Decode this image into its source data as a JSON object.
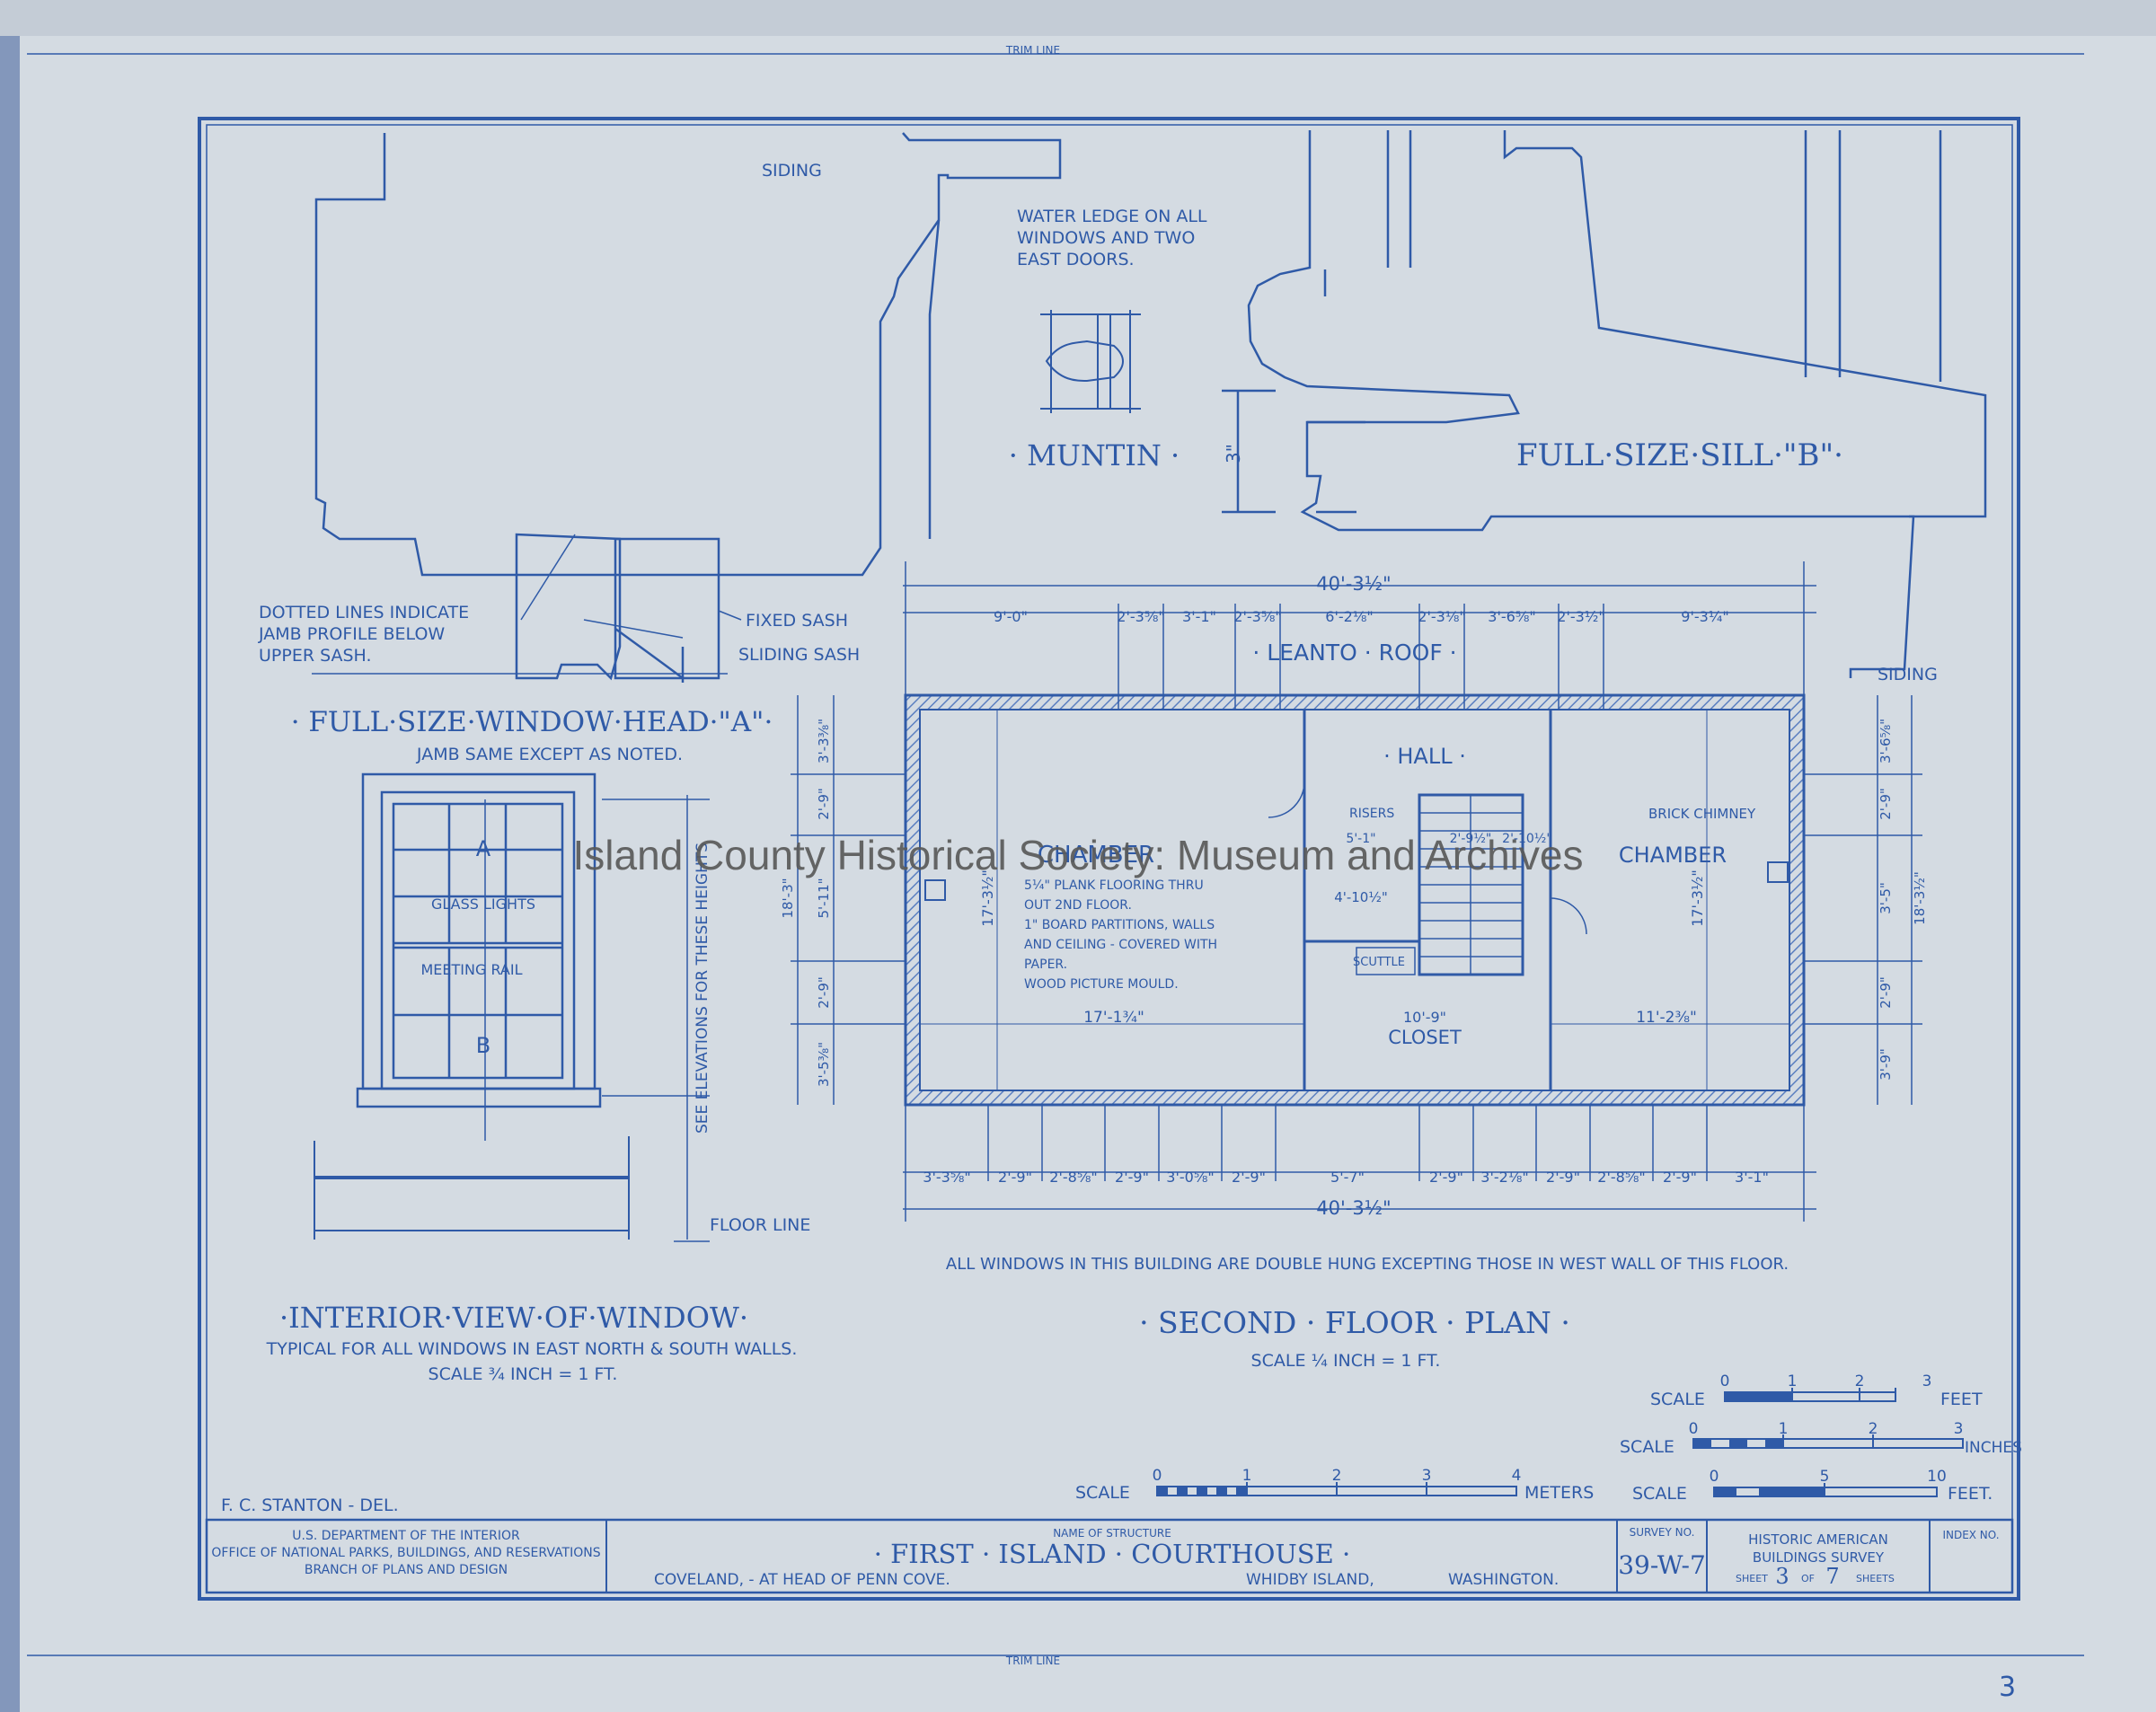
{
  "trim_line": "TRIM LINE",
  "watermark": "Island County Historical Society: Museum and Archives",
  "window_head": {
    "siding": "SIDING",
    "water_ledge": [
      "WATER LEDGE ON ALL",
      "WINDOWS AND TWO",
      "EAST DOORS."
    ],
    "dotted": [
      "DOTTED LINES INDICATE",
      "JAMB PROFILE BELOW",
      "UPPER SASH."
    ],
    "fixed_sash": "FIXED SASH",
    "sliding_sash": "SLIDING SASH",
    "title": "· FULL·SIZE·WINDOW·HEAD·\"A\"·",
    "subtitle": "JAMB SAME EXCEPT AS NOTED."
  },
  "muntin": {
    "title": "· MUNTIN ·"
  },
  "sill": {
    "title": "FULL·SIZE·SILL·\"B\"·",
    "dim": "3\"",
    "siding": "SIDING"
  },
  "interior_window": {
    "label_a": "A",
    "label_b": "B",
    "glass": "GLASS LIGHTS",
    "meeting": "MEETING RAIL",
    "vertical_note": "SEE ELEVATIONS FOR THESE HEIGHTS",
    "floor_line": "FLOOR LINE",
    "title": "·INTERIOR·VIEW·OF·WINDOW·",
    "note": "TYPICAL FOR ALL WINDOWS IN EAST NORTH & SOUTH WALLS.",
    "scale": "SCALE ¾ INCH = 1 FT."
  },
  "plan": {
    "overall_top": "40'-3½\"",
    "overall_bottom": "40'-3½\"",
    "top_dims": [
      "9'-0\"",
      "2'-3⅝\"",
      "3'-1\"",
      "2'-3⅝\"",
      "6'-2⅛\"",
      "2'-3⅛\"",
      "3'-6⅝\"",
      "2'-3½\"",
      "9'-3¼\""
    ],
    "bottom_dims": [
      "3'-3⅝\"",
      "2'-9\"",
      "2'-8⅝\"",
      "2'-9\"",
      "3'-0⅝\"",
      "2'-9\"",
      "5'-7\"",
      "2'-9\"",
      "3'-2⅛\"",
      "2'-9\"",
      "2'-8⅝\"",
      "2'-9\"",
      "3'-1\""
    ],
    "leanto": "· LEANTO · ROOF ·",
    "hall": "· HALL ·",
    "chamber_w": "CHAMBER",
    "chamber_e": "CHAMBER",
    "closet": "CLOSET",
    "scuttle": "SCUTTLE",
    "risers": "RISERS",
    "brick_chimney": "BRICK CHIMNEY",
    "notes": [
      "5¼\" PLANK FLOORING THRU",
      "OUT 2ND FLOOR.",
      "1\" BOARD PARTITIONS, WALLS",
      "AND CEILING - COVERED WITH",
      "PAPER.",
      "WOOD PICTURE MOULD."
    ],
    "dim_w_depth": "17'-3½\"",
    "dim_w_width": "17'-1¾\"",
    "dim_e_depth": "17'-3½\"",
    "dim_e_width": "11'-2⅜\"",
    "dim_hall": "4'-10½\"",
    "dim_closet": "10'-9\"",
    "dim_stair_a": "5'-1\"",
    "dim_stair_b": "2'-9½\"",
    "dim_stair_c": "2'-10½\"",
    "left_side": [
      "3'-3⅜\"",
      "2'-9\"",
      "5'-11\"",
      "2'-9\"",
      "3'-5⅜\""
    ],
    "left_total": "18'-3\"",
    "right_side": [
      "3'-6⅝\"",
      "2'-9\"",
      "3'-5\"",
      "2'-9\"",
      "3'-9\""
    ],
    "right_total": "18'-3½\"",
    "windows_note": "ALL WINDOWS IN THIS BUILDING ARE DOUBLE HUNG EXCEPTING THOSE IN WEST WALL OF THIS FLOOR.",
    "title": "· SECOND · FLOOR · PLAN ·",
    "scale": "SCALE ¼ INCH = 1 FT."
  },
  "scales": {
    "word": "SCALE",
    "feet_label": "FEET",
    "feet_ticks": [
      "0",
      "1",
      "2",
      "3"
    ],
    "inches_label": "INCHES",
    "inches_ticks": [
      "0",
      "1",
      "2",
      "3"
    ],
    "meters_label": "METERS",
    "meters_ticks": [
      "0",
      "1",
      "2",
      "3",
      "4"
    ],
    "feet2_label": "FEET.",
    "feet2_ticks": [
      "0",
      "5",
      "10"
    ]
  },
  "delineator": "F. C. STANTON - DEL.",
  "title_block": {
    "dept": [
      "U.S. DEPARTMENT OF THE INTERIOR",
      "OFFICE OF NATIONAL PARKS, BUILDINGS, AND RESERVATIONS",
      "BRANCH OF PLANS AND DESIGN"
    ],
    "name_label": "NAME OF STRUCTURE",
    "name": "· FIRST · ISLAND · COURTHOUSE ·",
    "location": "COVELAND, - AT HEAD OF PENN COVE.",
    "island": "WHIDBY ISLAND,",
    "state": "WASHINGTON.",
    "survey_label": "SURVEY NO.",
    "survey_no": "39-W-7",
    "habs": [
      "HISTORIC AMERICAN",
      "BUILDINGS SURVEY"
    ],
    "sheet_word": "SHEET",
    "sheet_no": "3",
    "of_word": "OF",
    "sheet_total": "7",
    "sheets_word": "SHEETS",
    "index_label": "INDEX NO."
  },
  "corner_mark": "3",
  "colors": {
    "paper": "#d4dbe2",
    "ink": "#2f5aa7",
    "hatch": "#5b7fc0"
  }
}
